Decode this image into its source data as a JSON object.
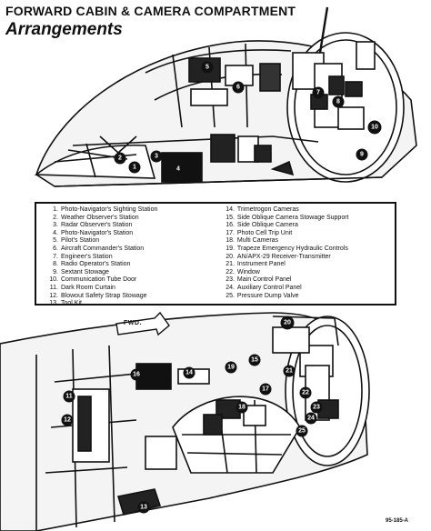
{
  "title": "FORWARD CABIN & CAMERA COMPARTMENT",
  "subtitle": "Arrangements",
  "legend_left": [
    {
      "num": "1.",
      "label": "Photo-Navigator's Sighting Station"
    },
    {
      "num": "2.",
      "label": "Weather Observer's Station"
    },
    {
      "num": "3.",
      "label": "Radar Observer's Station"
    },
    {
      "num": "4.",
      "label": "Photo-Navigator's Station"
    },
    {
      "num": "5.",
      "label": "Pilot's Station"
    },
    {
      "num": "6.",
      "label": "Aircraft Commander's Station"
    },
    {
      "num": "7.",
      "label": "Engineer's Station"
    },
    {
      "num": "8.",
      "label": "Radio Operator's Station"
    },
    {
      "num": "9.",
      "label": "Sextant Stowage"
    },
    {
      "num": "10.",
      "label": "Communication Tube Door"
    },
    {
      "num": "11.",
      "label": "Dark Room Curtain"
    },
    {
      "num": "12.",
      "label": "Blowout Safety Strap Stowage"
    },
    {
      "num": "13.",
      "label": "Tool Kit"
    }
  ],
  "legend_right": [
    {
      "num": "14.",
      "label": "Trimetrogon Cameras"
    },
    {
      "num": "15.",
      "label": "Side Oblique Camera Stowage Support"
    },
    {
      "num": "16.",
      "label": "Side Oblique Camera"
    },
    {
      "num": "17.",
      "label": "Photo Cell Trip Unit"
    },
    {
      "num": "18.",
      "label": "Multi Cameras"
    },
    {
      "num": "19.",
      "label": "Trapeze Emergency Hydraulic Controls"
    },
    {
      "num": "20.",
      "label": "AN/APX-29 Receiver-Transmitter"
    },
    {
      "num": "21.",
      "label": "Instrument Panel"
    },
    {
      "num": "22.",
      "label": "Window"
    },
    {
      "num": "23.",
      "label": "Main Control Panel"
    },
    {
      "num": "24.",
      "label": "Auxiliary Control Panel"
    },
    {
      "num": "25.",
      "label": "Pressure Dump Valve"
    }
  ],
  "upper_callouts": [
    "5",
    "6",
    "7",
    "8",
    "9",
    "10",
    "1",
    "2",
    "3",
    "4"
  ],
  "lower_callouts": [
    "20",
    "16",
    "14",
    "15",
    "19",
    "18",
    "17",
    "21",
    "22",
    "23",
    "24",
    "25",
    "11",
    "12",
    "13"
  ],
  "forward_marker": "FWD.",
  "figure_id": "95-185-A"
}
